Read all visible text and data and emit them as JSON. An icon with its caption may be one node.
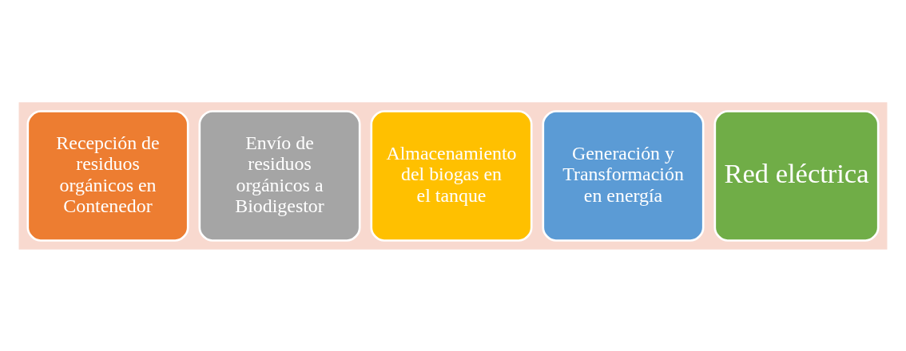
{
  "diagram": {
    "nodes": [
      {
        "text": [],
        "shape": "arrow"
      },
      {
        "text": [
          "Recepción de residuos orgánicos en Contenedor"
        ],
        "in": 0
      },
      {
        "text": [
          "Envío de residuos orgánicos a Biodigestor"
        ],
        "in": 0
      },
      {
        "text": [
          "Almacenamiento del biogas en el tanque"
        ],
        "in": 0
      },
      {
        "text": [
          "Generación y Transformación en energía"
        ],
        "in": 0
      },
      {
        "text": [
          "Red eléctrica"
        ],
        "in": 0
      }
    ],
    "edges": []
  }
}
